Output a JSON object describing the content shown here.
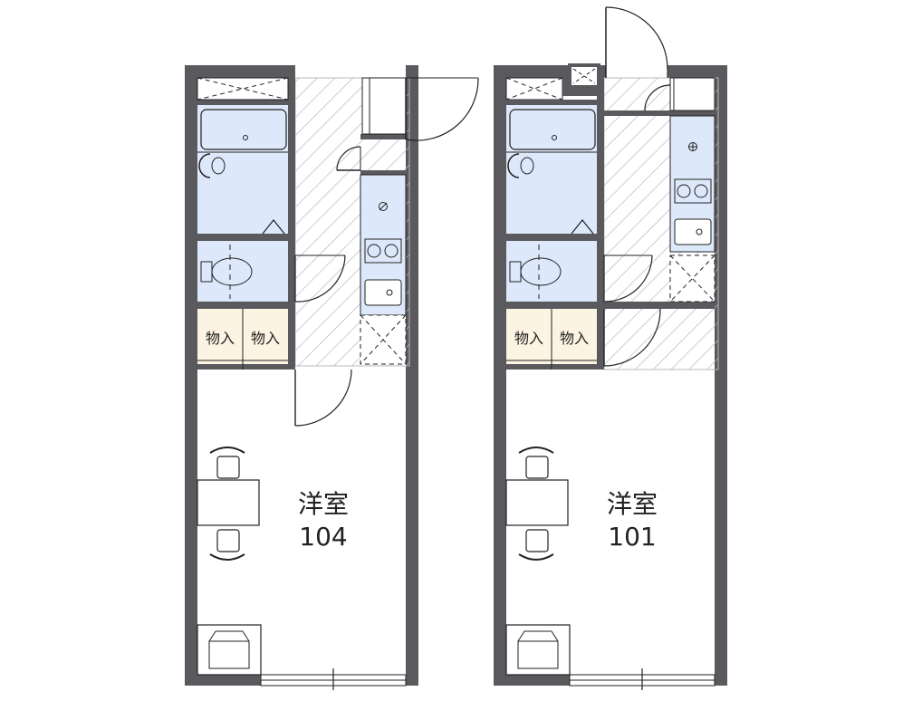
{
  "plans": [
    {
      "room_type": "洋室",
      "room_number": "104",
      "storage_labels": [
        "物入",
        "物入"
      ]
    },
    {
      "room_type": "洋室",
      "room_number": "101",
      "storage_labels": [
        "物入",
        "物入"
      ]
    }
  ],
  "colors": {
    "wall": "#5a5a5e",
    "wet_area": "#dde9fa",
    "storage": "#fdf3e2",
    "hatch": "#b8b8b8",
    "line": "#222222"
  }
}
